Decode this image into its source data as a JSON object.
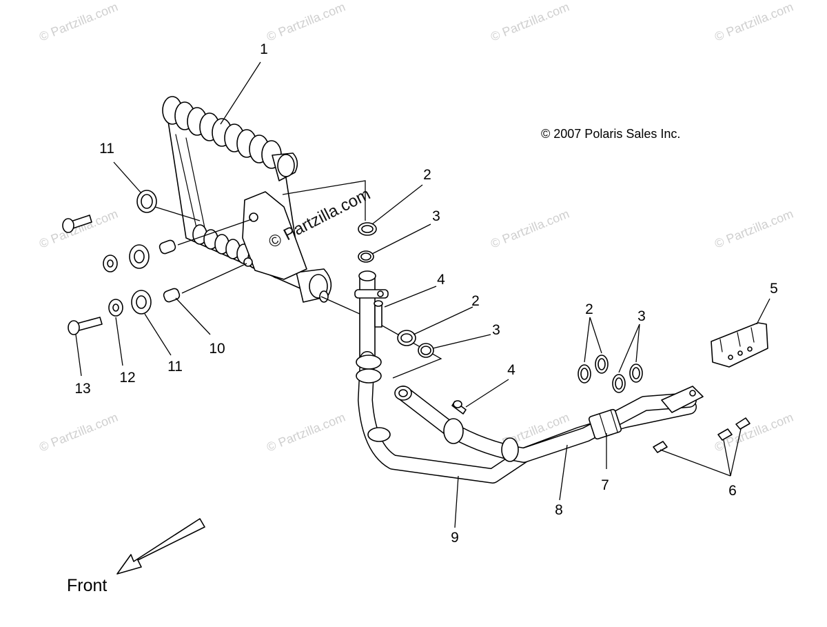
{
  "diagram": {
    "copyright": "© 2007 Polaris Sales Inc.",
    "front_label": "Front",
    "watermark_main": "© Partzilla.com",
    "watermark": "© Partzilla.com",
    "callouts": {
      "c1": "1",
      "c2a": "2",
      "c3a": "3",
      "c4a": "4",
      "c2b": "2",
      "c3b": "3",
      "c4b": "4",
      "c5": "5",
      "c2c": "2",
      "c3c": "3",
      "c6": "6",
      "c7": "7",
      "c8": "8",
      "c9": "9",
      "c10": "10",
      "c11a": "11",
      "c11b": "11",
      "c12": "12",
      "c13": "13"
    }
  }
}
